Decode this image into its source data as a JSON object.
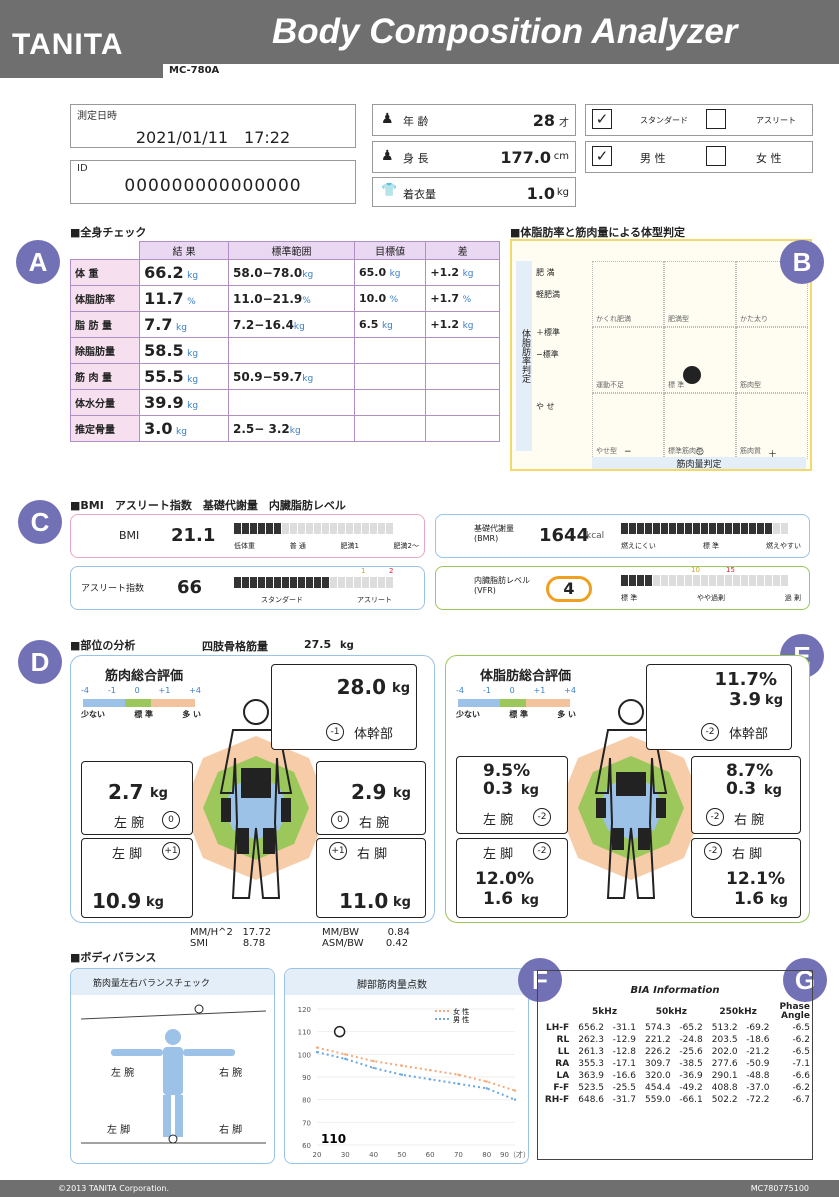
{
  "header": {
    "logo": "TANITA",
    "title": "Body Composition Analyzer",
    "model": "MC-780A"
  },
  "info": {
    "date_label": "測定日時",
    "date_value": "2021/01/11　17:22",
    "id_label": "ID",
    "id_value": "000000000000000",
    "age_label": "年 齢",
    "age_value": "28",
    "age_unit": "才",
    "height_label": "身 長",
    "height_value": "177.0",
    "height_unit": "cm",
    "clothes_label": "着衣量",
    "clothes_value": "1.0",
    "clothes_unit": "kg",
    "type_standard": "スタンダード",
    "type_athlete": "アスリート",
    "sex_male": "男 性",
    "sex_female": "女 性"
  },
  "secA": {
    "title": "■全身チェック",
    "headers": [
      "結 果",
      "標準範囲",
      "目標値",
      "差"
    ],
    "rows": [
      {
        "label": "体 重",
        "val": "66.2",
        "u": "kg",
        "range": "58.0−78.0",
        "ru": "kg",
        "goal": "65.0",
        "gu": "kg",
        "diff": "+1.2",
        "du": "kg"
      },
      {
        "label": "体脂肪率",
        "val": "11.7",
        "u": "%",
        "range": "11.0−21.9",
        "ru": "%",
        "goal": "10.0",
        "gu": "%",
        "diff": "+1.7",
        "du": "%"
      },
      {
        "label": "脂 肪 量",
        "val": "7.7",
        "u": "kg",
        "range": "7.2−16.4",
        "ru": "kg",
        "goal": "6.5",
        "gu": "kg",
        "diff": "+1.2",
        "du": "kg"
      },
      {
        "label": "除脂肪量",
        "val": "58.5",
        "u": "kg",
        "range": "",
        "ru": "",
        "goal": "",
        "gu": "",
        "diff": "",
        "du": ""
      },
      {
        "label": "筋 肉 量",
        "val": "55.5",
        "u": "kg",
        "range": "50.9−59.7",
        "ru": "kg",
        "goal": "",
        "gu": "",
        "diff": "",
        "du": ""
      },
      {
        "label": "体水分量",
        "val": "39.9",
        "u": "kg",
        "range": "",
        "ru": "",
        "goal": "",
        "gu": "",
        "diff": "",
        "du": ""
      },
      {
        "label": "推定骨量",
        "val": "3.0",
        "u": "kg",
        "range": "2.5− 3.2",
        "ru": "kg",
        "goal": "",
        "gu": "",
        "diff": "",
        "du": ""
      }
    ]
  },
  "secB": {
    "title": "■体脂肪率と筋肉量による体型判定",
    "yaxis": "体脂肪率判定",
    "xaxis": "筋肉量判定",
    "rows": [
      "肥 満",
      "軽肥満",
      "＋標準",
      "−標準",
      "や せ"
    ],
    "cols": [
      "−",
      "○",
      "＋"
    ],
    "cells": [
      "かくれ肥満",
      "肥満型",
      "かた太り",
      "運動不足",
      "標 準",
      "筋肉型",
      "やせ型",
      "標準筋肉型",
      "筋肉質"
    ]
  },
  "secC": {
    "title": "■BMI　アスリート指数　基礎代謝量　内臓脂肪レベル",
    "bmi_label": "BMI",
    "bmi_value": "21.1",
    "bmi_scale": [
      "低体重",
      "普 通",
      "肥満1",
      "肥満2〜"
    ],
    "bmr_label": "基礎代謝量\n(BMR)",
    "bmr_value": "1644",
    "bmr_unit": "kcal",
    "bmr_scale": [
      "燃えにくい",
      "標 準",
      "燃えやすい"
    ],
    "ath_label": "アスリート指数",
    "ath_value": "66",
    "ath_scale": [
      "スタンダード",
      "アスリート"
    ],
    "vfr_label": "内臓脂肪レベル\n(VFR)",
    "vfr_value": "4",
    "vfr_scale": [
      "標 準",
      "やや過剰",
      "過 剰"
    ],
    "vfr_ticks": [
      "10",
      "15"
    ],
    "ath_ticks": [
      "1",
      "2"
    ]
  },
  "secD": {
    "title": "■部位の分析",
    "limb_label": "四肢骨格筋量",
    "limb_value": "27.5",
    "limb_unit": "kg",
    "head": "筋肉総合評価",
    "legend_nums": [
      "-4",
      "-1",
      "0",
      "+1",
      "+4"
    ],
    "legend_words": [
      "少ない",
      "標 準",
      "多 い"
    ],
    "trunk": "28.0",
    "trunk_score": "-1",
    "trunk_label": "体幹部",
    "la": "2.7",
    "la_score": "0",
    "la_label": "左 腕",
    "ra": "2.9",
    "ra_score": "0",
    "ra_label": "右 腕",
    "ll": "10.9",
    "ll_score": "+1",
    "ll_label": "左 脚",
    "rl": "11.0",
    "rl_score": "+1",
    "rl_label": "右 脚",
    "unit": "kg"
  },
  "secE": {
    "head": "体脂肪総合評価",
    "trunk_pct": "11.7%",
    "trunk_kg": "3.9",
    "trunk_score": "-2",
    "trunk_label": "体幹部",
    "la_pct": "9.5%",
    "la_kg": "0.3",
    "la_score": "-2",
    "la_label": "左 腕",
    "ra_pct": "8.7%",
    "ra_kg": "0.3",
    "ra_score": "-2",
    "ra_label": "右 腕",
    "ll_pct": "12.0%",
    "ll_kg": "1.6",
    "ll_score": "-2",
    "ll_label": "左 脚",
    "rl_pct": "12.1%",
    "rl_kg": "1.6",
    "rl_score": "-2",
    "rl_label": "右 脚",
    "unit": "kg"
  },
  "ratios": {
    "mmh2_label": "MM/H^2",
    "mmh2": "17.72",
    "smi_label": "SMI",
    "smi": "8.78",
    "mmbw_label": "MM/BW",
    "mmbw": "0.84",
    "asmbw_label": "ASM/BW",
    "asmbw": "0.42"
  },
  "balance": {
    "title": "■ボディバランス",
    "check": "筋肉量左右バランスチェック",
    "la": "左 腕",
    "ra": "右 腕",
    "ll": "左 脚",
    "rl": "右 脚",
    "leg_title": "脚部筋肉量点数",
    "leg_score": "110",
    "legend_f": "女 性",
    "legend_m": "男 性"
  },
  "chart_data": {
    "type": "line",
    "title": "脚部筋肉量点数",
    "x": [
      20,
      30,
      40,
      50,
      60,
      70,
      80,
      90
    ],
    "xticks": [
      "20",
      "30",
      "40",
      "50",
      "60",
      "70",
      "80",
      "90（才）"
    ],
    "yticks": [
      "60",
      "70",
      "80",
      "90",
      "100",
      "110",
      "120"
    ],
    "ylim": [
      60,
      120
    ],
    "series": [
      {
        "name": "女 性",
        "values": [
          103,
          100,
          97,
          95,
          93,
          91,
          88,
          84
        ]
      },
      {
        "name": "男 性",
        "values": [
          101,
          98,
          94,
          91,
          89,
          87,
          85,
          80
        ]
      }
    ],
    "point": {
      "x": 28,
      "y": 110
    }
  },
  "bia": {
    "title": "BIA Information",
    "cols": [
      "5kHz",
      "50kHz",
      "250kHz",
      "Phase\nAngle"
    ],
    "rows": [
      [
        "LH-F",
        "656.2",
        "-31.1",
        "574.3",
        "-65.2",
        "513.2",
        "-69.2",
        "-6.5"
      ],
      [
        "RL",
        "262.3",
        "-12.9",
        "221.2",
        "-24.8",
        "203.5",
        "-18.6",
        "-6.2"
      ],
      [
        "LL",
        "261.3",
        "-12.8",
        "226.2",
        "-25.6",
        "202.0",
        "-21.2",
        "-6.5"
      ],
      [
        "RA",
        "355.3",
        "-17.1",
        "309.7",
        "-38.5",
        "277.6",
        "-50.9",
        "-7.1"
      ],
      [
        "LA",
        "363.9",
        "-16.6",
        "320.0",
        "-36.9",
        "290.1",
        "-48.8",
        "-6.6"
      ],
      [
        "F-F",
        "523.5",
        "-25.5",
        "454.4",
        "-49.2",
        "408.8",
        "-37.0",
        "-6.2"
      ],
      [
        "RH-F",
        "648.6",
        "-31.7",
        "559.0",
        "-66.1",
        "502.2",
        "-72.2",
        "-6.7"
      ]
    ]
  },
  "footer": {
    "copyright": "©2013 TANITA Corporation.",
    "code": "MC780775100"
  },
  "letters": [
    "A",
    "B",
    "C",
    "D",
    "E",
    "F",
    "G"
  ]
}
